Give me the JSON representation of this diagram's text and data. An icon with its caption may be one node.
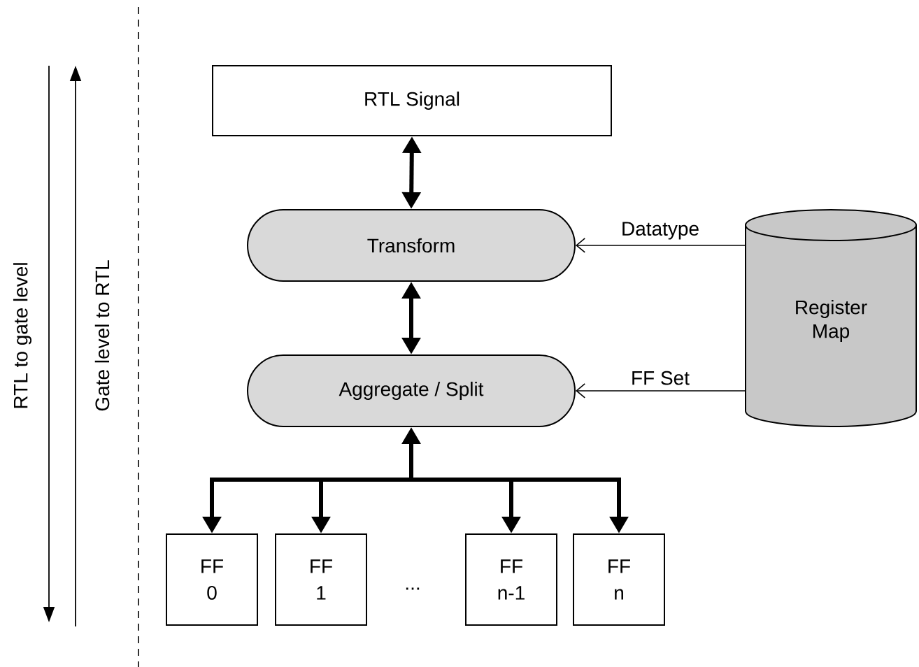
{
  "diagram": {
    "nodes": [
      {
        "text": [
          "RTL Signal"
        ]
      },
      {
        "text": [
          "Transform"
        ]
      },
      {
        "text": [
          "Aggregate / Split"
        ]
      },
      {
        "text": [
          "Register Map"
        ]
      },
      {
        "text": [
          "FF 0"
        ]
      },
      {
        "text": [
          "FF 1"
        ]
      },
      {
        "text": [
          "FF n-1"
        ]
      },
      {
        "text": [
          "FF n"
        ]
      }
    ],
    "edges": [
      {
        "from": 0,
        "to": 1,
        "arrow": "both"
      },
      {
        "from": 1,
        "to": 2,
        "arrow": "both"
      },
      {
        "from": 3,
        "to": 1,
        "arrow": "to",
        "label": "Datatype"
      },
      {
        "from": 3,
        "to": 2,
        "arrow": "to",
        "label": "FF Set"
      },
      {
        "from": 2,
        "to": 4,
        "arrow": "both"
      },
      {
        "from": 2,
        "to": 5,
        "arrow": "both"
      },
      {
        "from": 2,
        "to": 6,
        "arrow": "both"
      },
      {
        "from": 2,
        "to": 7,
        "arrow": "both"
      }
    ],
    "labels": [
      "RTL to gate level",
      "Gate level to RTL",
      "..."
    ]
  }
}
